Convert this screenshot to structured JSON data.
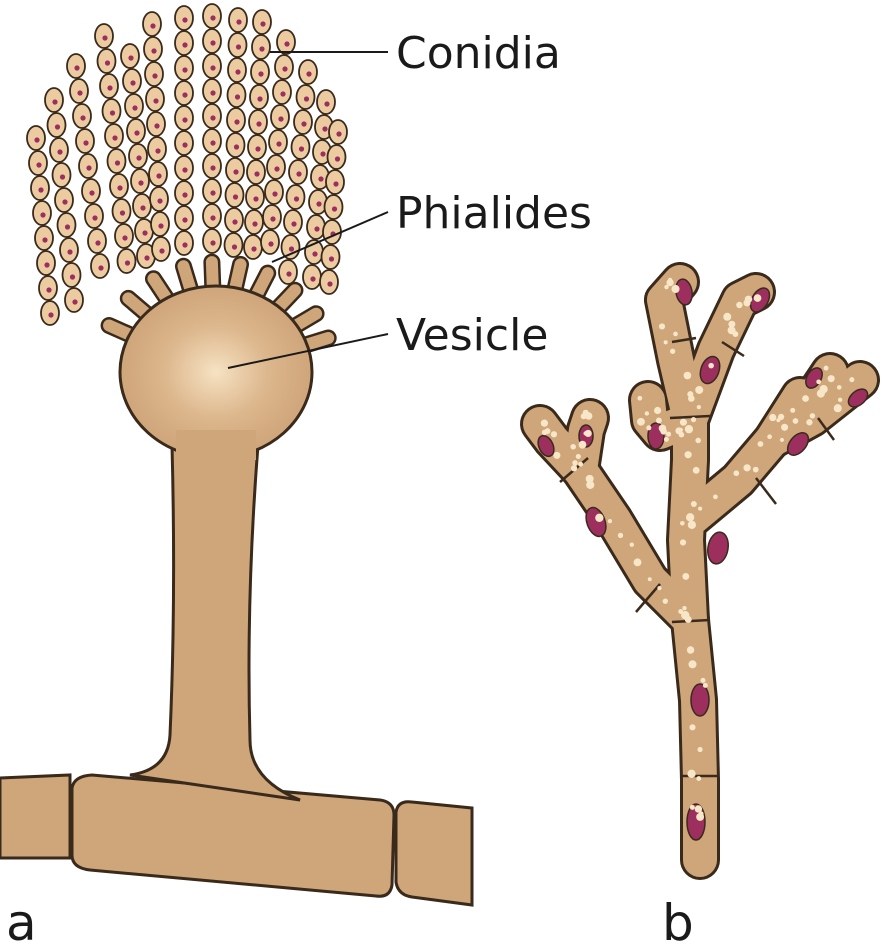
{
  "labels": {
    "conidia": "Conidia",
    "phialides": "Phialides",
    "vesicle": "Vesicle"
  },
  "panels": {
    "a": "a",
    "b": "b"
  },
  "colors": {
    "body": "#cfa57a",
    "outline": "#3a2a1c",
    "conidium": "#eccba0",
    "nucleus": "#9c2f5e",
    "highlight": "#f7e7c8"
  }
}
